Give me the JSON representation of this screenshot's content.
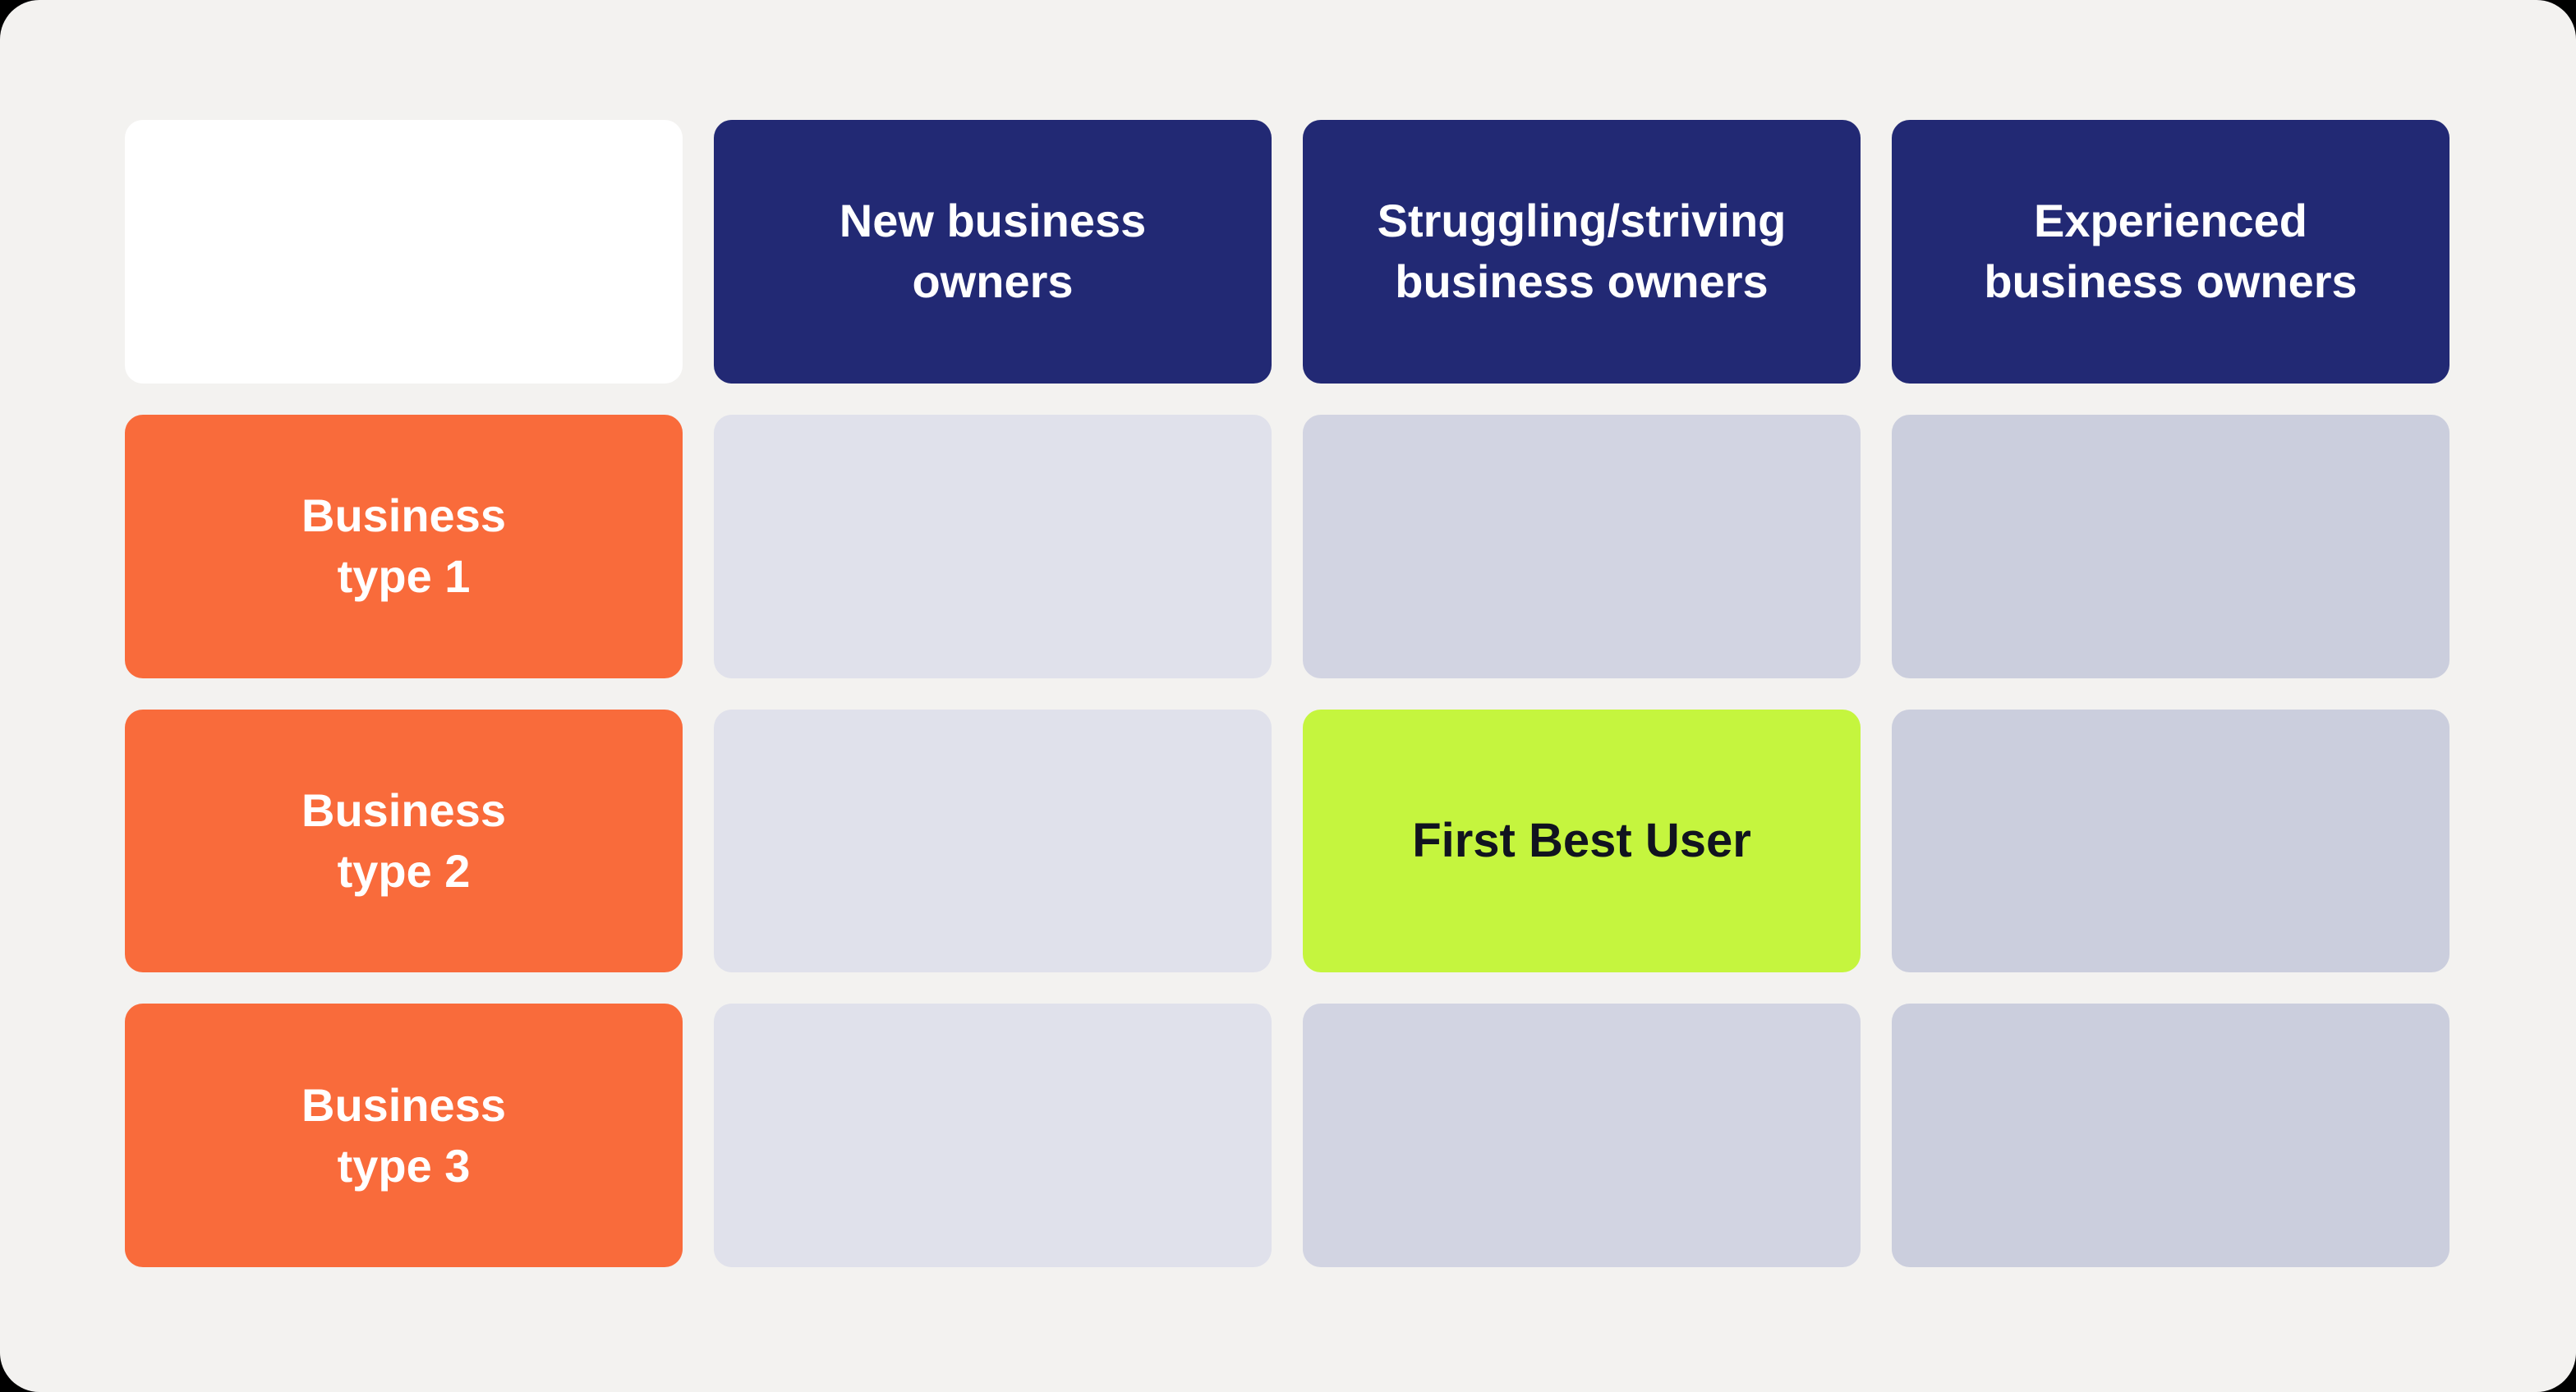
{
  "matrix": {
    "columns": [
      {
        "label": "New business\nowners"
      },
      {
        "label": "Struggling/striving\nbusiness owners"
      },
      {
        "label": "Experienced\nbusiness owners"
      }
    ],
    "rows": [
      {
        "label": "Business\ntype 1"
      },
      {
        "label": "Business\ntype 2"
      },
      {
        "label": "Business\ntype 3"
      }
    ],
    "highlight": {
      "label": "First Best User",
      "row": "Business type 2",
      "column": "Struggling/striving business owners"
    },
    "colors": {
      "background": "#F3F2F0",
      "column_header": "#222974",
      "row_header": "#F96B3B",
      "empty_cell_light": "#E0E1EB",
      "empty_cell_mid": "#D2D4E2",
      "empty_cell_dark": "#CBCEDD",
      "highlight": "#C5F53E",
      "header_text": "#FFFFFF",
      "highlight_text": "#11131F"
    }
  }
}
